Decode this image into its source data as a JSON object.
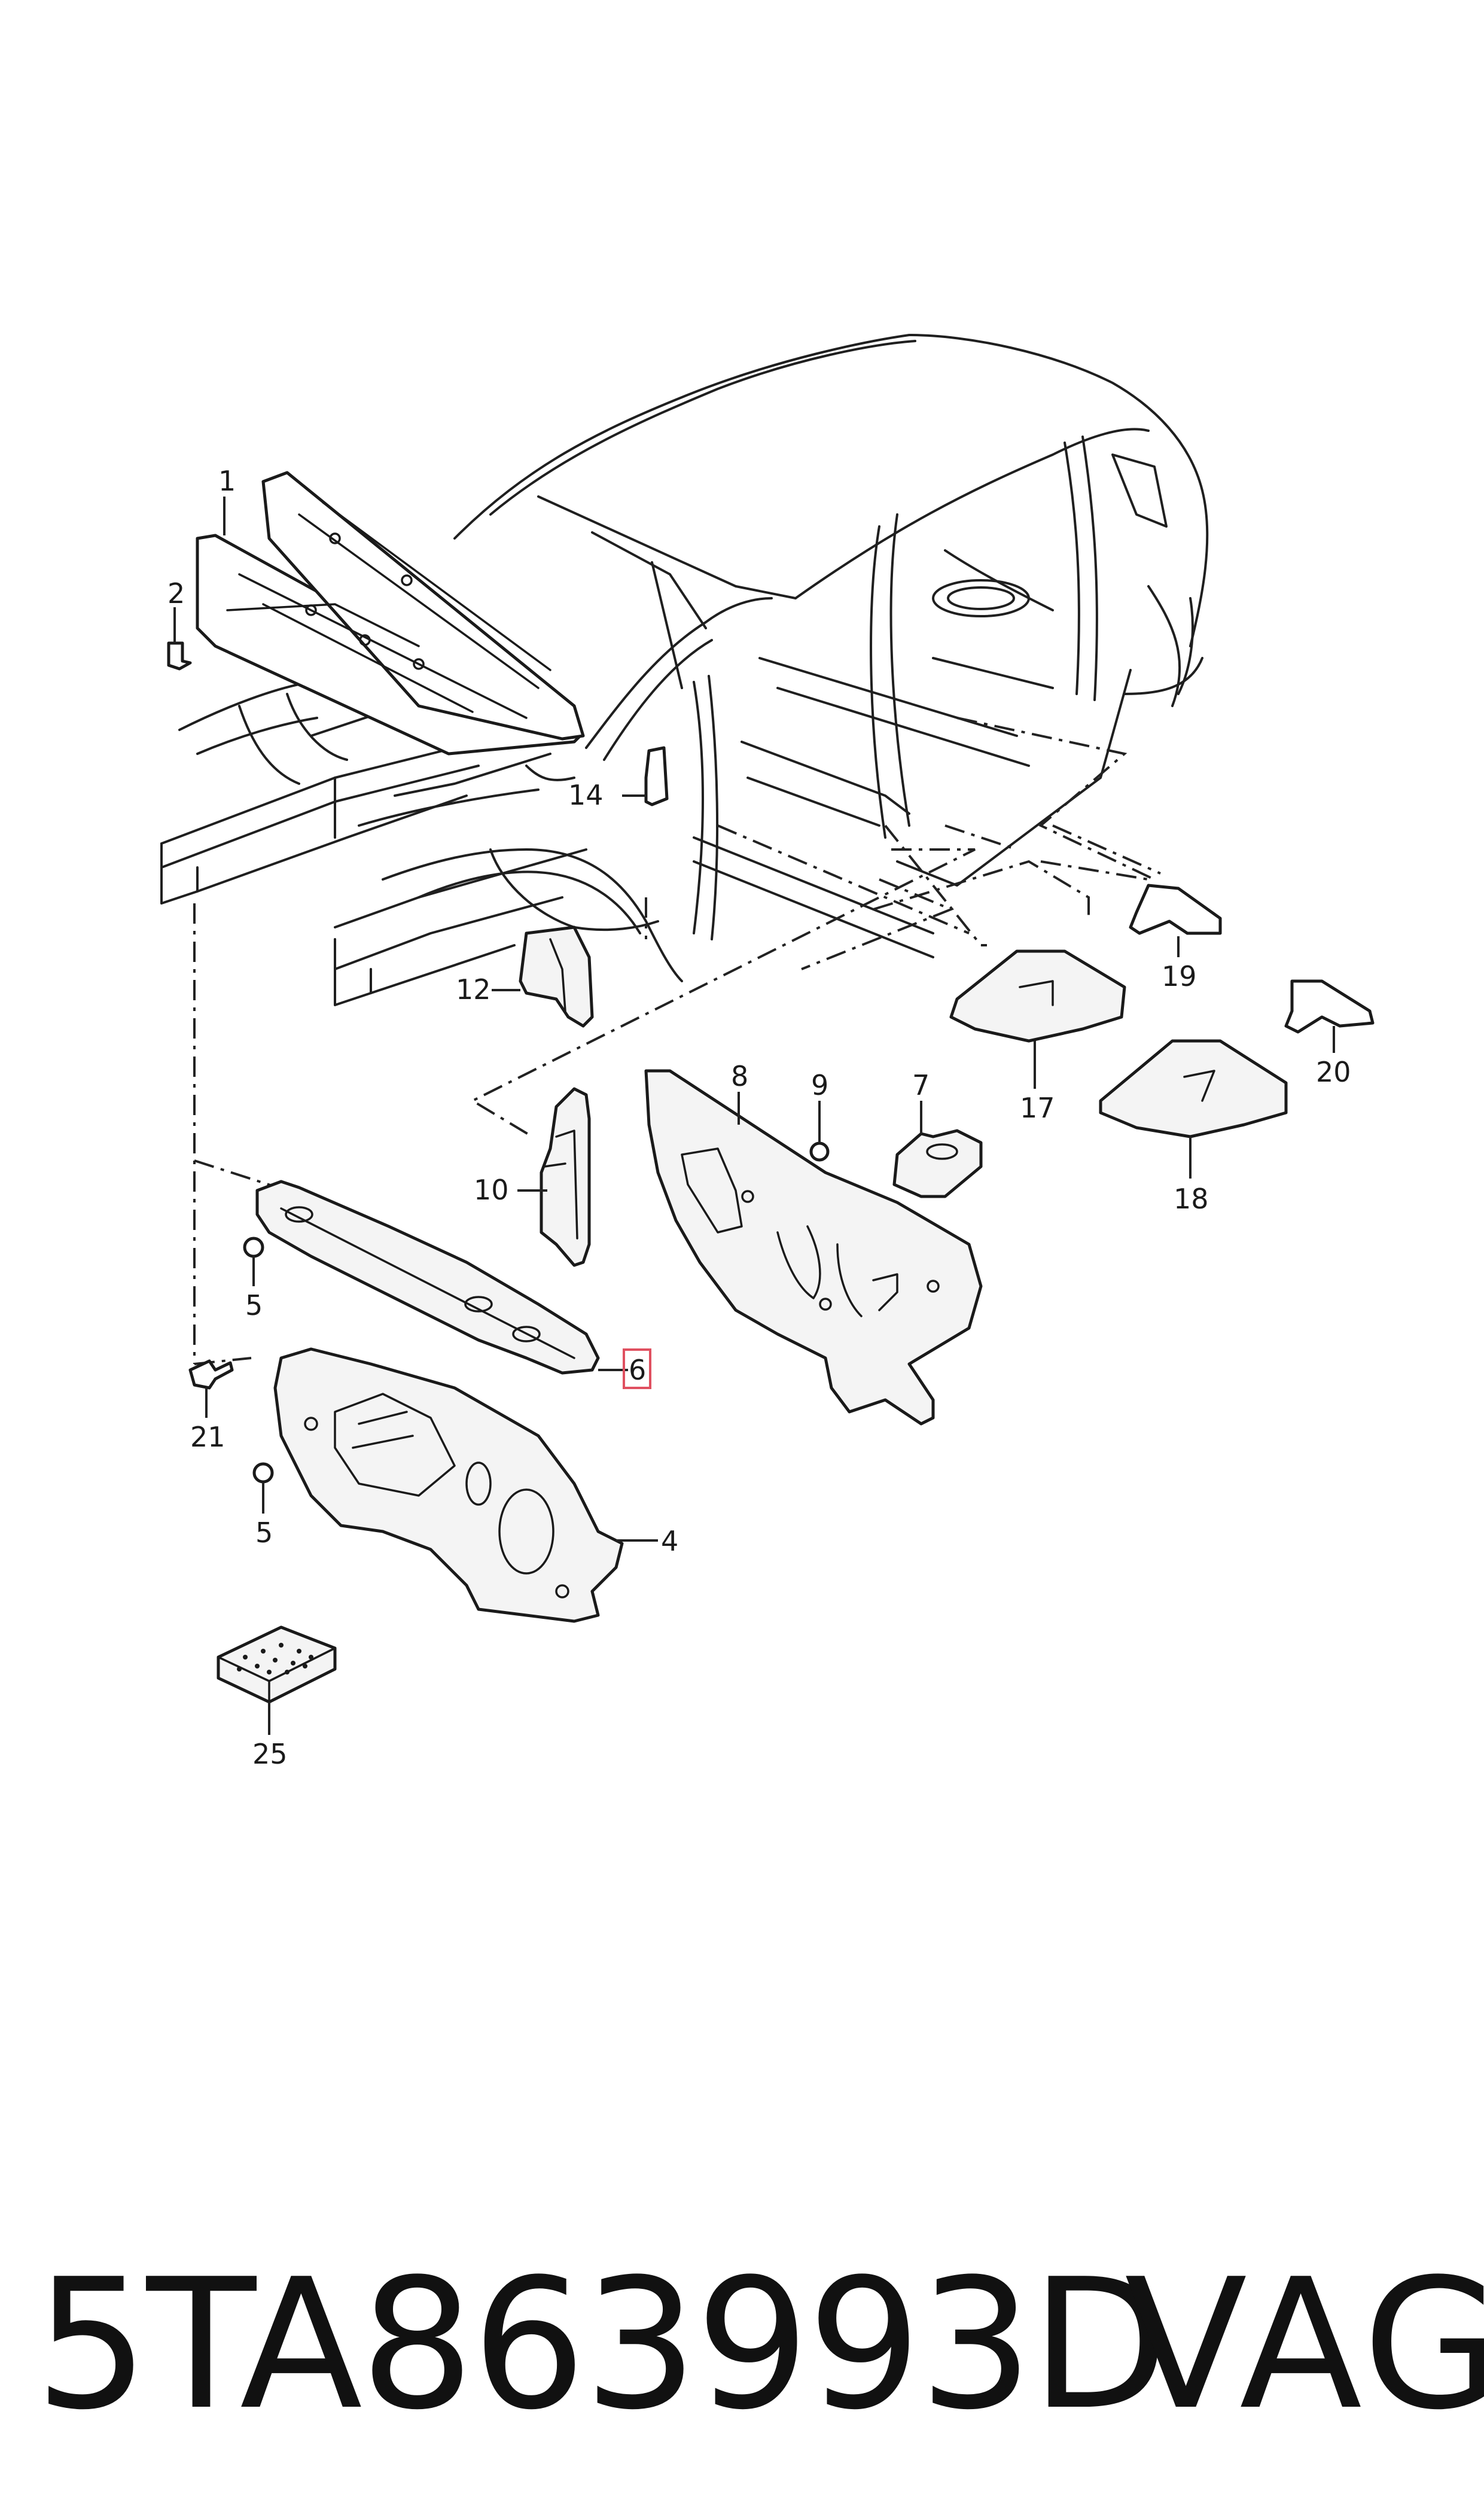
{
  "diagram": {
    "callouts": {
      "c1": "1",
      "c2": "2",
      "c4": "4",
      "c5a": "5",
      "c5b": "5",
      "c6": "6",
      "c7": "7",
      "c8": "8",
      "c9": "9",
      "c10": "10",
      "c12": "12",
      "c14": "14",
      "c17": "17",
      "c18": "18",
      "c19": "19",
      "c20": "20",
      "c21": "21",
      "c25": "25"
    },
    "highlighted_callout": "6",
    "highlight_color": "#e05060"
  },
  "footer": {
    "part_number": "5TA863993D",
    "brand": "VAG"
  }
}
